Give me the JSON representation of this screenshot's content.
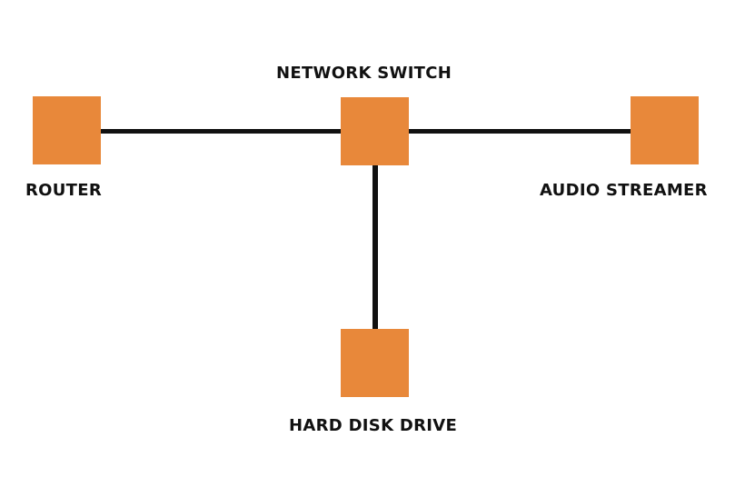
{
  "colors": {
    "node_fill": "#E8883A",
    "link": "#111111",
    "label": "#111111"
  },
  "nodes": {
    "network_switch": {
      "label": "NETWORK SWITCH"
    },
    "router": {
      "label": "ROUTER"
    },
    "audio_streamer": {
      "label": "AUDIO STREAMER"
    },
    "hard_disk_drive": {
      "label": "HARD DISK DRIVE"
    }
  },
  "links": [
    {
      "from": "router",
      "to": "network_switch"
    },
    {
      "from": "network_switch",
      "to": "audio_streamer"
    },
    {
      "from": "network_switch",
      "to": "hard_disk_drive"
    }
  ]
}
